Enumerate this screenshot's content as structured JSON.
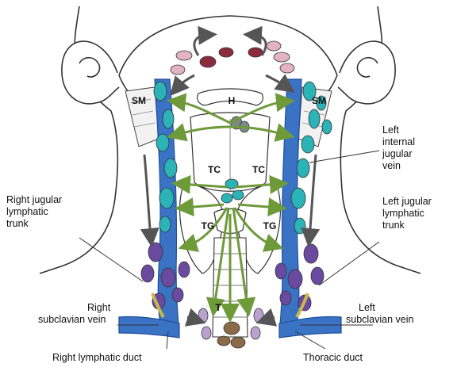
{
  "diagram": {
    "region_labels": {
      "hyoid": "H",
      "thyroid_cartilage_left": "TC",
      "thyroid_cartilage_right": "TC",
      "thyroid_gland_left": "TG",
      "thyroid_gland_right": "TG",
      "trachea": "T",
      "sternocleidomastoid_right": "SM",
      "sternocleidomastoid_left": "SM"
    },
    "callouts": {
      "left_internal_jugular_vein": [
        "Left",
        "internal",
        "jugular",
        "vein"
      ],
      "right_jugular_lymphatic_trunk": [
        "Right jugular",
        "lymphatic",
        "trunk"
      ],
      "left_jugular_lymphatic_trunk": [
        "Left jugular",
        "lymphatic",
        "trunk"
      ],
      "right_subclavian_vein": [
        "Right",
        "subclavian vein"
      ],
      "left_subclavian_vein": [
        "Left",
        "subclavian vein"
      ],
      "right_lymphatic_duct": "Right lymphatic duct",
      "thoracic_duct": "Thoracic duct"
    },
    "colors": {
      "vein": "#3a73c4",
      "vein_dark": "#1f4f9c",
      "lymph_node_teal": "#2bb3b8",
      "lymph_node_purple": "#6a4aa0",
      "lymph_node_pink": "#e3b3c3",
      "lymph_node_maroon": "#8a2c3e",
      "drainage_arrow": "#6f9a3a",
      "flow_arrow": "#666666",
      "thyroid_purple": "#b9a2cf"
    }
  }
}
